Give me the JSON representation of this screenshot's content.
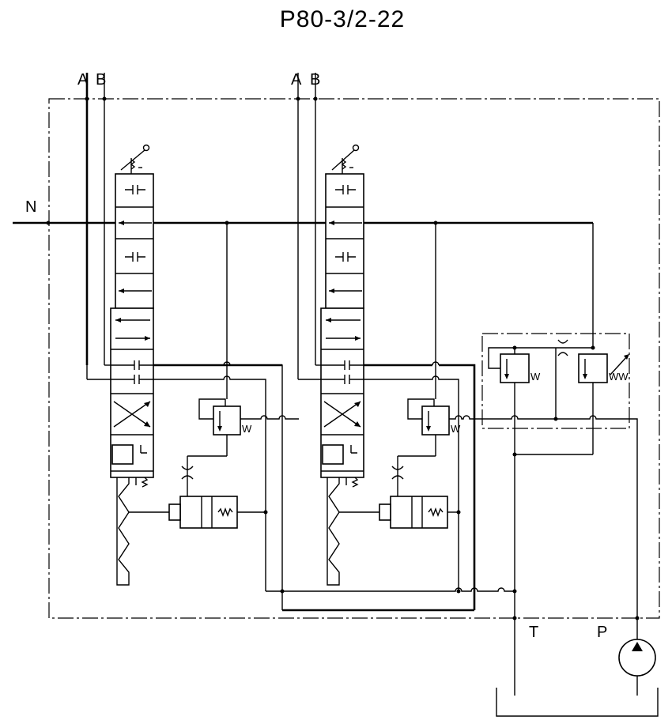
{
  "title": "P80-3/2-22",
  "ports": {
    "a1": "A",
    "b1": "B",
    "a2": "A",
    "b2": "B",
    "n": "N",
    "t": "T",
    "p": "P"
  },
  "spring_marks": {
    "relief1": "W",
    "relief2": "W",
    "main_left": "W",
    "main_right": "WW"
  },
  "colors": {
    "line": "#000000",
    "background": "#ffffff"
  }
}
